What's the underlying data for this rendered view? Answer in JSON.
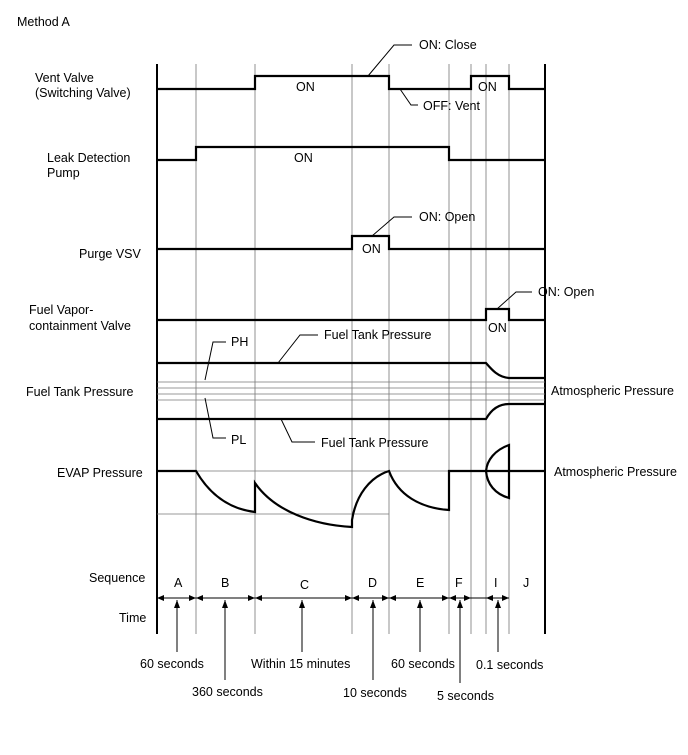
{
  "method_title": "Method A",
  "rows": {
    "vent_valve": {
      "label_lines": [
        "Vent Valve",
        "(Switching Valve)"
      ],
      "on_labels": [
        "ON",
        "ON"
      ],
      "callout_on": "ON: Close",
      "callout_off": "OFF: Vent"
    },
    "leak_detection_pump": {
      "label_lines": [
        "Leak Detection",
        "Pump"
      ],
      "on_label": "ON"
    },
    "purge_vsv": {
      "label_lines": [
        "Purge VSV"
      ],
      "on_label": "ON",
      "callout_on": "ON: Open"
    },
    "fuel_vapor_valve": {
      "label_lines": [
        "Fuel Vapor-",
        "containment Valve"
      ],
      "on_label": "ON",
      "callout_on": "ON: Open"
    },
    "fuel_tank_pressure": {
      "label_lines": [
        "Fuel Tank Pressure"
      ],
      "ph_label": "PH",
      "pl_label": "PL",
      "upper_callout": "Fuel Tank Pressure",
      "lower_callout": "Fuel Tank Pressure",
      "right_label": "Atmospheric Pressure"
    },
    "evap_pressure": {
      "label_lines": [
        "EVAP Pressure"
      ],
      "right_label": "Atmospheric Pressure"
    }
  },
  "sequence": {
    "label": "Sequence",
    "steps": [
      "A",
      "B",
      "C",
      "D",
      "E",
      "F",
      "I",
      "J"
    ]
  },
  "time": {
    "label": "Time",
    "durations": [
      "60 seconds",
      "360 seconds",
      "Within 15 minutes",
      "10 seconds",
      "60 seconds",
      "5 seconds",
      "0.1 seconds"
    ]
  }
}
